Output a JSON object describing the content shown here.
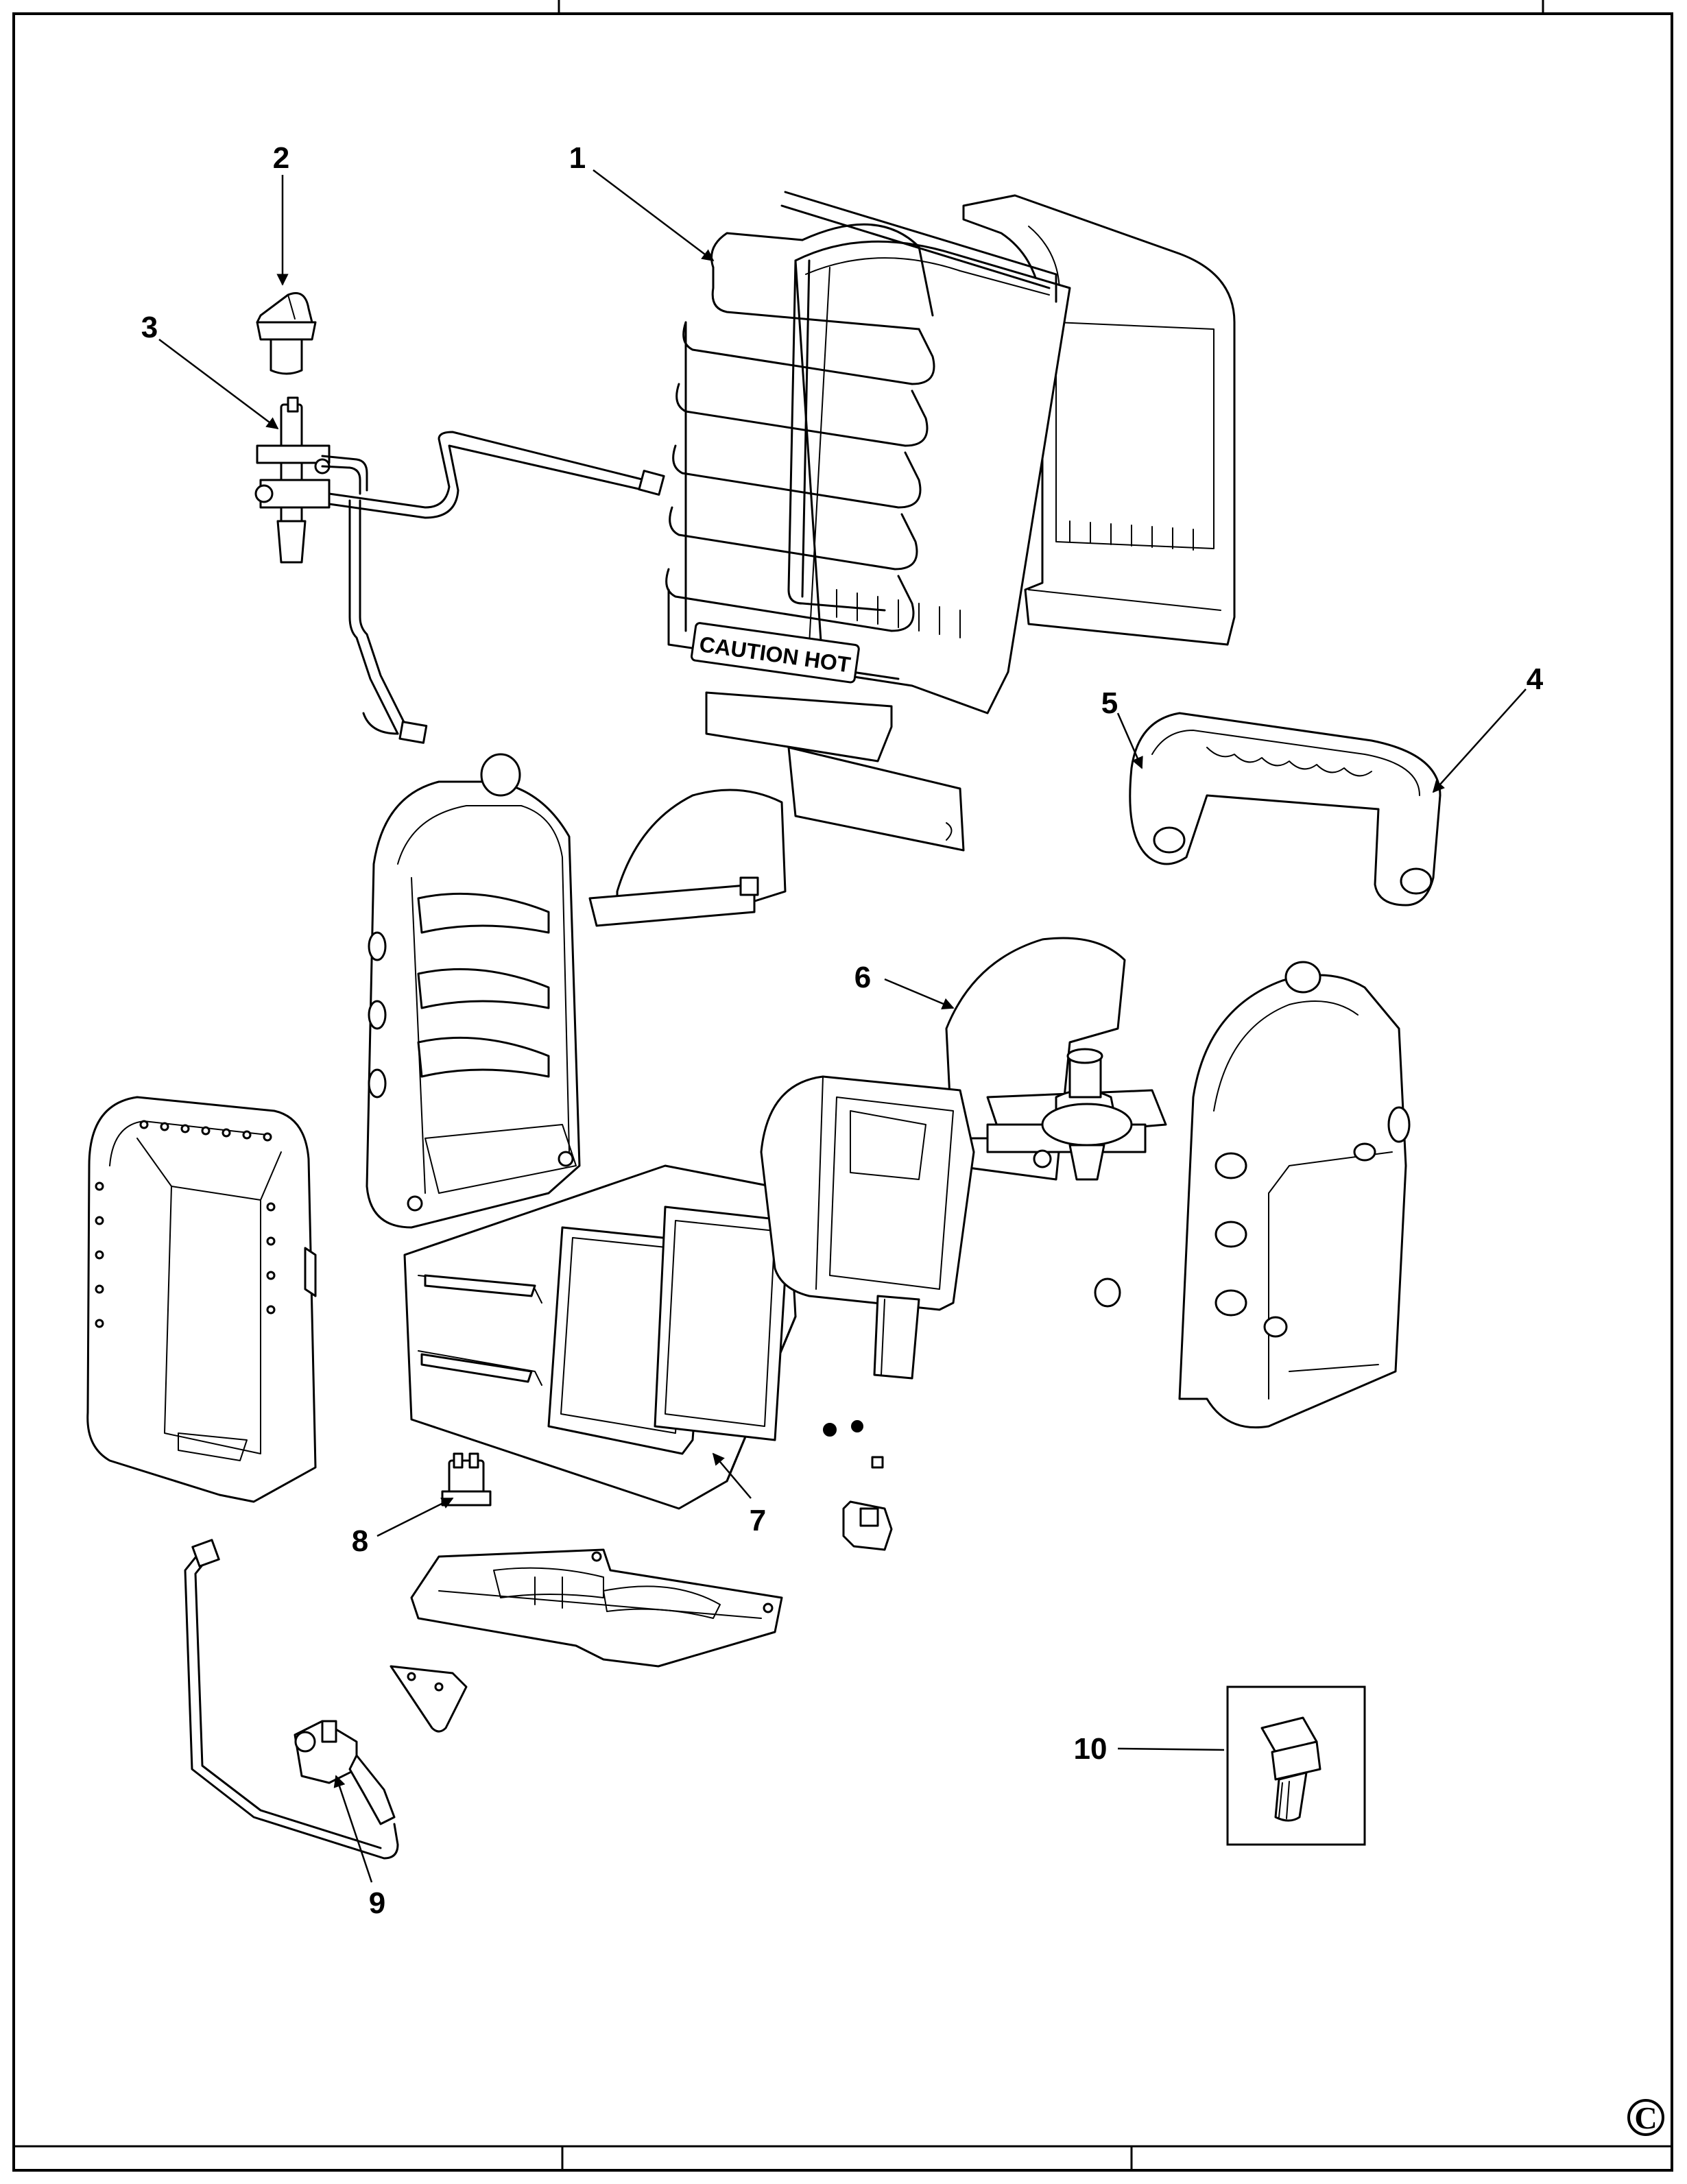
{
  "diagram": {
    "callouts": [
      {
        "id": "1",
        "label": "1"
      },
      {
        "id": "2",
        "label": "2"
      },
      {
        "id": "3",
        "label": "3"
      },
      {
        "id": "4",
        "label": "4"
      },
      {
        "id": "5",
        "label": "5"
      },
      {
        "id": "6",
        "label": "6"
      },
      {
        "id": "7",
        "label": "7"
      },
      {
        "id": "8",
        "label": "8"
      },
      {
        "id": "9",
        "label": "9"
      },
      {
        "id": "10",
        "label": "10"
      }
    ],
    "grille_embossed_text": "CAUTION HOT",
    "copyright_mark": "C"
  }
}
